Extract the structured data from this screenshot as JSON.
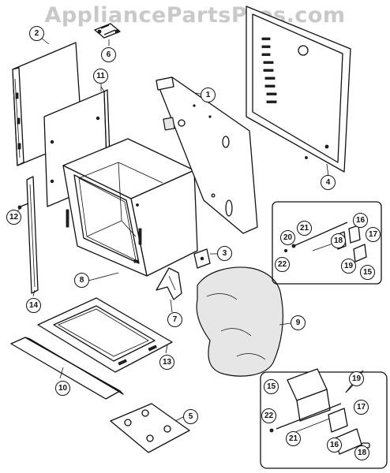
{
  "watermark": "AppliancePartsPros.com",
  "callouts": [
    {
      "id": "c1",
      "label": "1"
    },
    {
      "id": "c2",
      "label": "2"
    },
    {
      "id": "c3",
      "label": "3"
    },
    {
      "id": "c4",
      "label": "4"
    },
    {
      "id": "c5",
      "label": "5"
    },
    {
      "id": "c6",
      "label": "6"
    },
    {
      "id": "c7",
      "label": "7"
    },
    {
      "id": "c8",
      "label": "8"
    },
    {
      "id": "c9",
      "label": "9"
    },
    {
      "id": "c10",
      "label": "10"
    },
    {
      "id": "c11",
      "label": "11"
    },
    {
      "id": "c12",
      "label": "12"
    },
    {
      "id": "c13",
      "label": "13"
    },
    {
      "id": "c14",
      "label": "14"
    },
    {
      "id": "c15a",
      "label": "15"
    },
    {
      "id": "c16a",
      "label": "16"
    },
    {
      "id": "c17a",
      "label": "17"
    },
    {
      "id": "c18a",
      "label": "18"
    },
    {
      "id": "c19a",
      "label": "19"
    },
    {
      "id": "c20",
      "label": "20"
    },
    {
      "id": "c21a",
      "label": "21"
    },
    {
      "id": "c22a",
      "label": "22"
    },
    {
      "id": "c15b",
      "label": "15"
    },
    {
      "id": "c16b",
      "label": "16"
    },
    {
      "id": "c17b",
      "label": "17"
    },
    {
      "id": "c18b",
      "label": "18"
    },
    {
      "id": "c19b",
      "label": "19"
    },
    {
      "id": "c21b",
      "label": "21"
    },
    {
      "id": "c22b",
      "label": "22"
    }
  ]
}
